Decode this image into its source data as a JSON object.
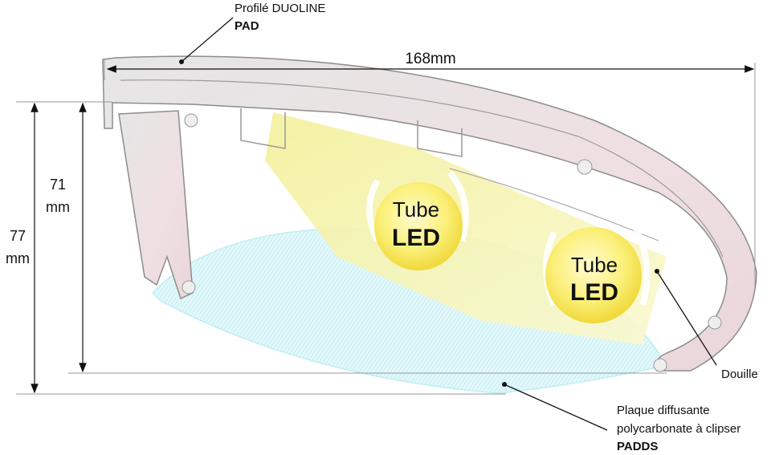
{
  "labels": {
    "profile_name": "Profilé DUOLINE",
    "profile_code": "PAD",
    "width_dim": "168mm",
    "height_inner_value": "71",
    "height_inner_unit": "mm",
    "height_outer_value": "77",
    "height_outer_unit": "mm",
    "tube1_line1": "Tube",
    "tube1_line2": "LED",
    "tube2_line1": "Tube",
    "tube2_line2": "LED",
    "socket": "Douille",
    "diffuser_line1": "Plaque diffusante",
    "diffuser_line2": "polycarbonate à clipser",
    "diffuser_code": "PADDS"
  },
  "colors": {
    "profile_fill": "#ecdfe0",
    "profile_stroke": "#8c8c8c",
    "light": "#f4f1a6",
    "led": "#f3e03f",
    "diffuser": "#d9f4f7"
  }
}
